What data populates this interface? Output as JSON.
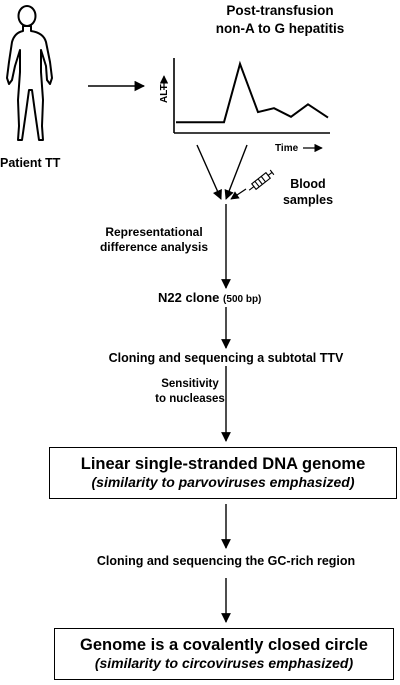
{
  "patient_label": "Patient TT",
  "title_line1": "Post-transfusion",
  "title_line2": "non-A to G hepatitis",
  "chart_data": {
    "type": "line",
    "ylabel": "ALT",
    "xlabel": "Time",
    "series": [
      {
        "values": [
          1,
          1,
          1,
          8.5,
          2.3,
          2.8,
          1.7,
          3.3,
          1.6
        ]
      }
    ]
  },
  "blood_label_1": "Blood",
  "blood_label_2": "samples",
  "step_rda_1": "Representational",
  "step_rda_2": "difference analysis",
  "clone_label": "N22 clone",
  "clone_size": "(500 bp)",
  "step_cloning_subtotal": "Cloning and sequencing a subtotal TTV",
  "step_sens_1": "Sensitivity",
  "step_sens_2": "to nucleases",
  "box1_line1": "Linear single-stranded DNA genome",
  "box1_line2": "(similarity to parvoviruses emphasized)",
  "step_cloning_gc": "Cloning and sequencing the GC-rich region",
  "box2_line1": "Genome is a covalently closed circle",
  "box2_line2": "(similarity to circoviruses emphasized)"
}
